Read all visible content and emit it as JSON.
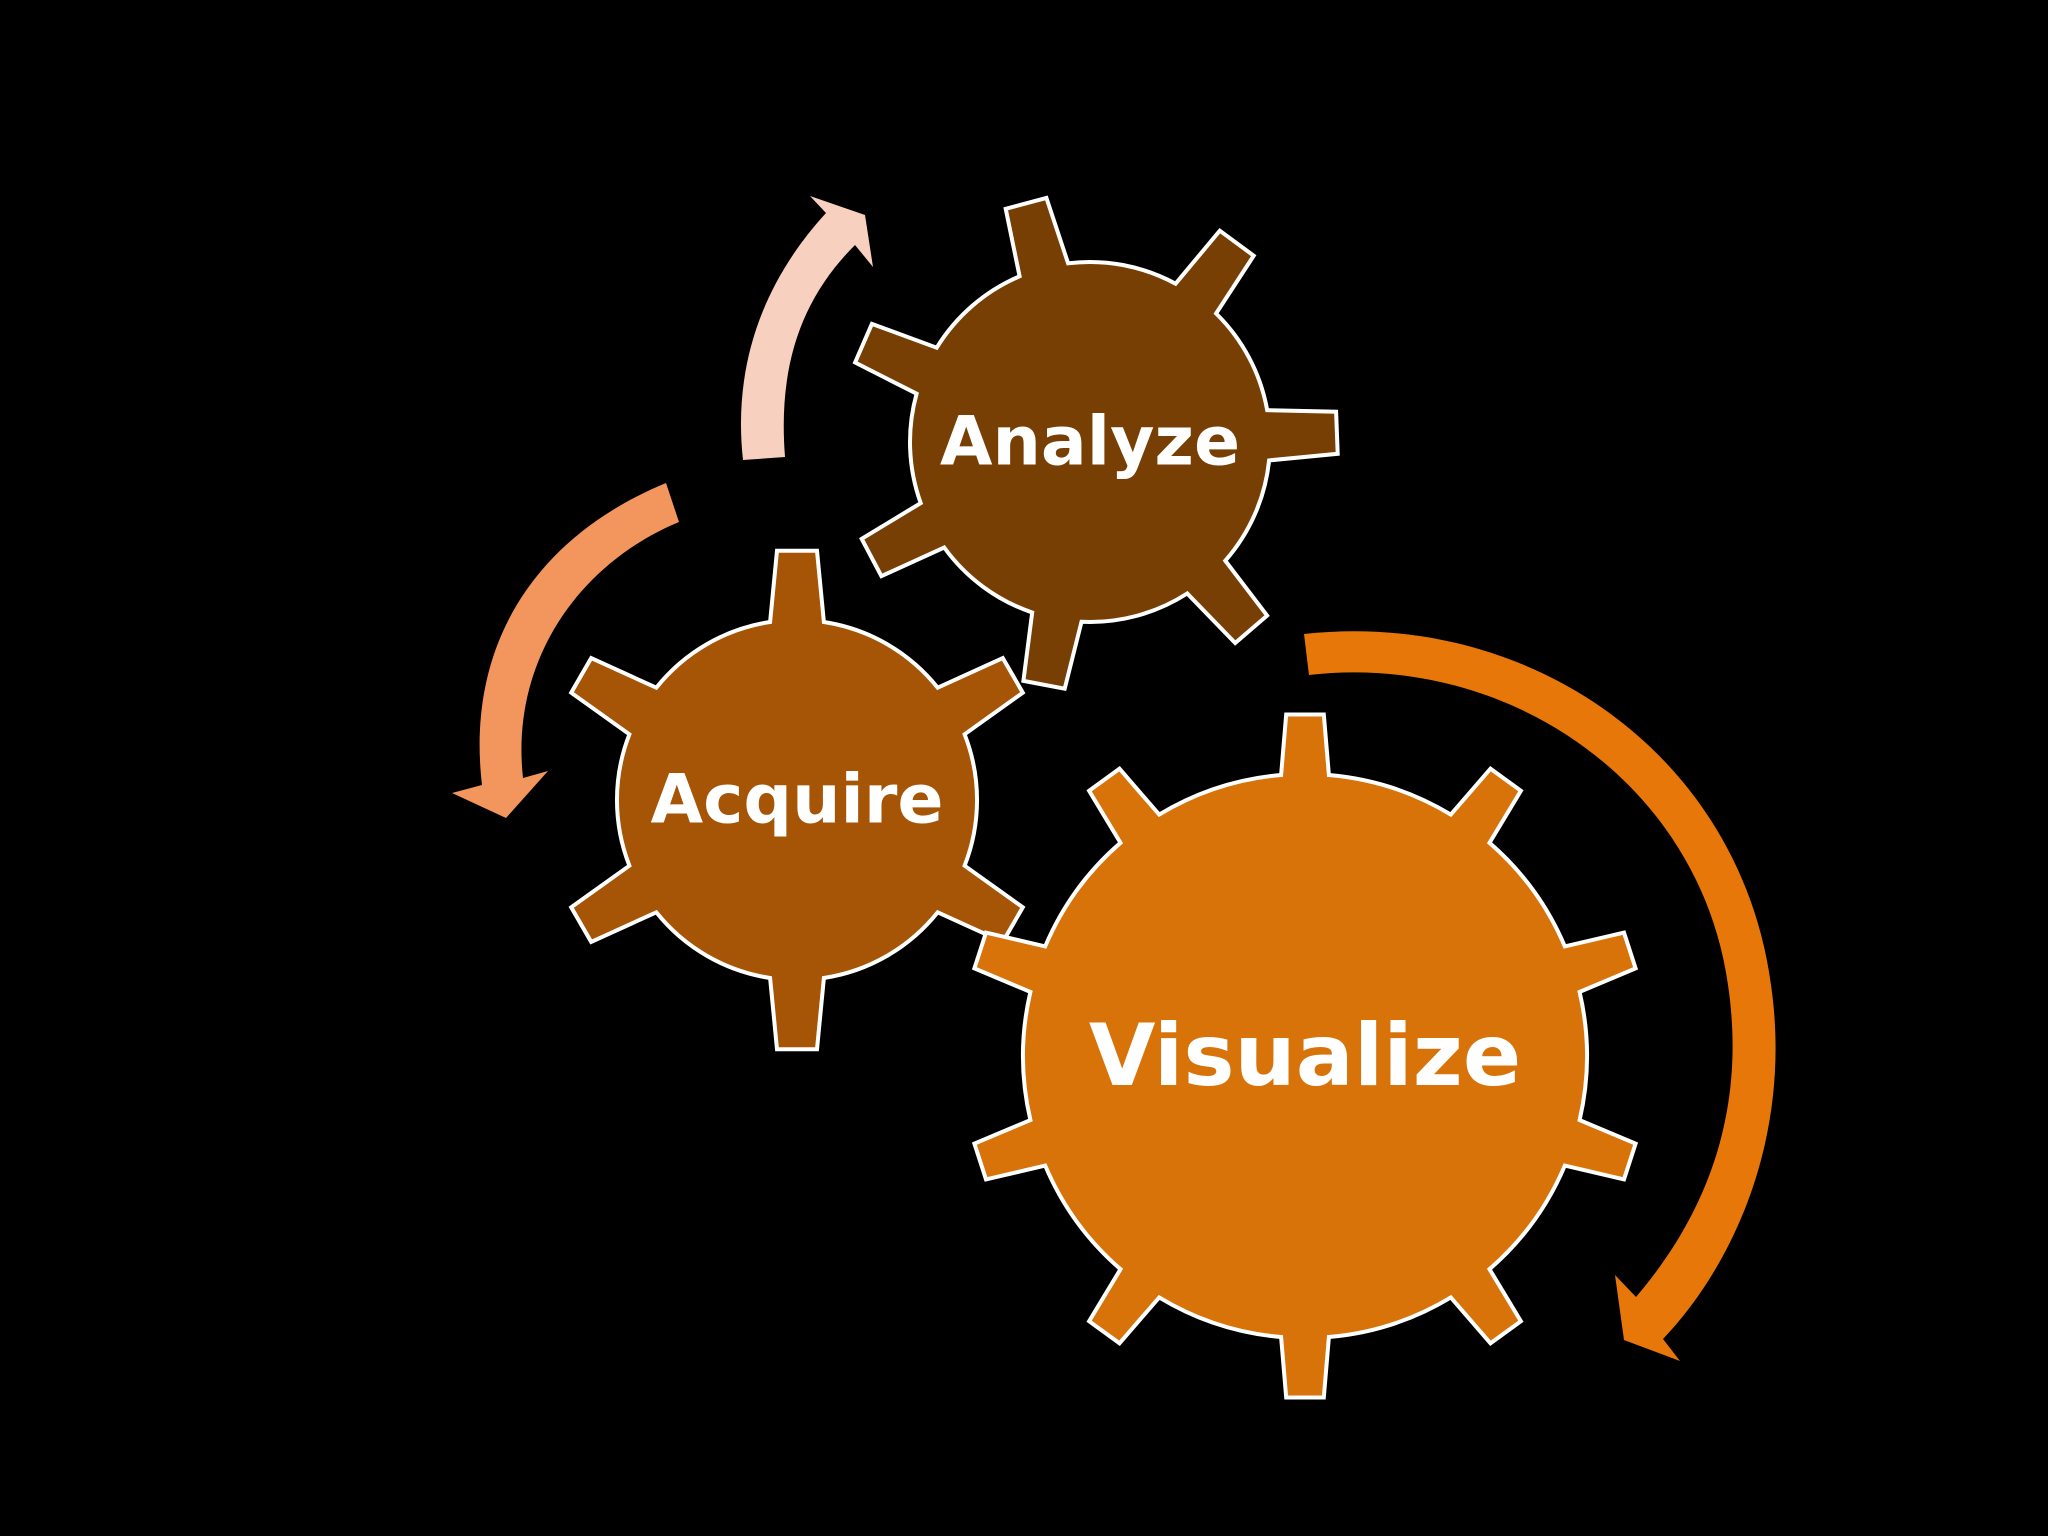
{
  "background": "#000000",
  "gears": [
    {
      "id": "analyze",
      "label": "Analyze",
      "fill": "#783f04",
      "outline": "#ffffff"
    },
    {
      "id": "acquire",
      "label": "Acquire",
      "fill": "#a65405",
      "outline": "#ffffff"
    },
    {
      "id": "visualize",
      "label": "Visualize",
      "fill": "#d8730a",
      "outline": "#ffffff"
    }
  ],
  "arrows": [
    {
      "id": "arrow-to-analyze",
      "color": "#f8d0c0",
      "direction": "clockwise"
    },
    {
      "id": "arrow-to-acquire",
      "color": "#f2965e",
      "direction": "counter-clockwise"
    },
    {
      "id": "arrow-to-visualize",
      "color": "#e8770a",
      "direction": "clockwise"
    }
  ]
}
